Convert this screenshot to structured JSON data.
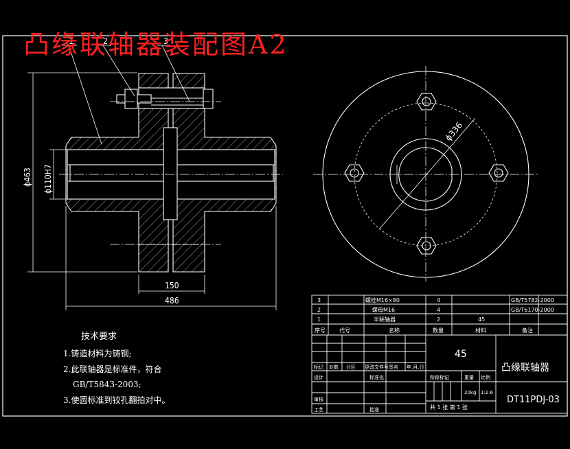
{
  "title": "凸缘联轴器装配图A2",
  "balloons": [
    "1",
    "2",
    "3"
  ],
  "dims": {
    "d_outer": "ϕ463",
    "d_bore": "ϕ110H7",
    "hub_len": "150",
    "total_len": "486",
    "bolt_circle": "ϕ336"
  },
  "tech": {
    "heading": "技术要求",
    "items": [
      "1.铸造材料为铸钢;",
      "2.此联轴器是标准件，符合",
      "GB/T5843-2003;",
      "3.使圆标准到铰孔翻拍对中。"
    ]
  },
  "bom": {
    "rows": [
      {
        "no": "3",
        "name": "螺栓M16×80",
        "qty": "4",
        "mat": "",
        "std": "GB/T5782-2000"
      },
      {
        "no": "2",
        "name": "螺母M16",
        "qty": "4",
        "mat": "",
        "std": "GB/T6170-2000"
      },
      {
        "no": "1",
        "name": "半联轴器",
        "qty": "2",
        "mat": "45",
        "std": ""
      }
    ],
    "header": {
      "no": "序号",
      "code": "代号",
      "name": "名称",
      "qty": "数量",
      "mat": "材料",
      "note": "备注"
    }
  },
  "titleblock": {
    "material": "45",
    "part_name": "凸缘联轴器",
    "drawing_no": "DT11PDJ-03",
    "mark": "标记",
    "count": "处数",
    "zone": "分区",
    "change": "更改文件号",
    "sign": "签名",
    "date": "年.月.日",
    "design": "设计",
    "standardize": "标准化",
    "stage": "阶段标记",
    "weight": "重量",
    "scale": "比例",
    "weight_val": "20kg",
    "scale_val": "1:2.6",
    "review": "审核",
    "process": "工艺",
    "approve": "批准",
    "sheets": "共 1 张  第 1 张"
  },
  "colors": {
    "line": "#ffffff",
    "accent": "#ff2020",
    "hatch": "#d8d8d8"
  }
}
